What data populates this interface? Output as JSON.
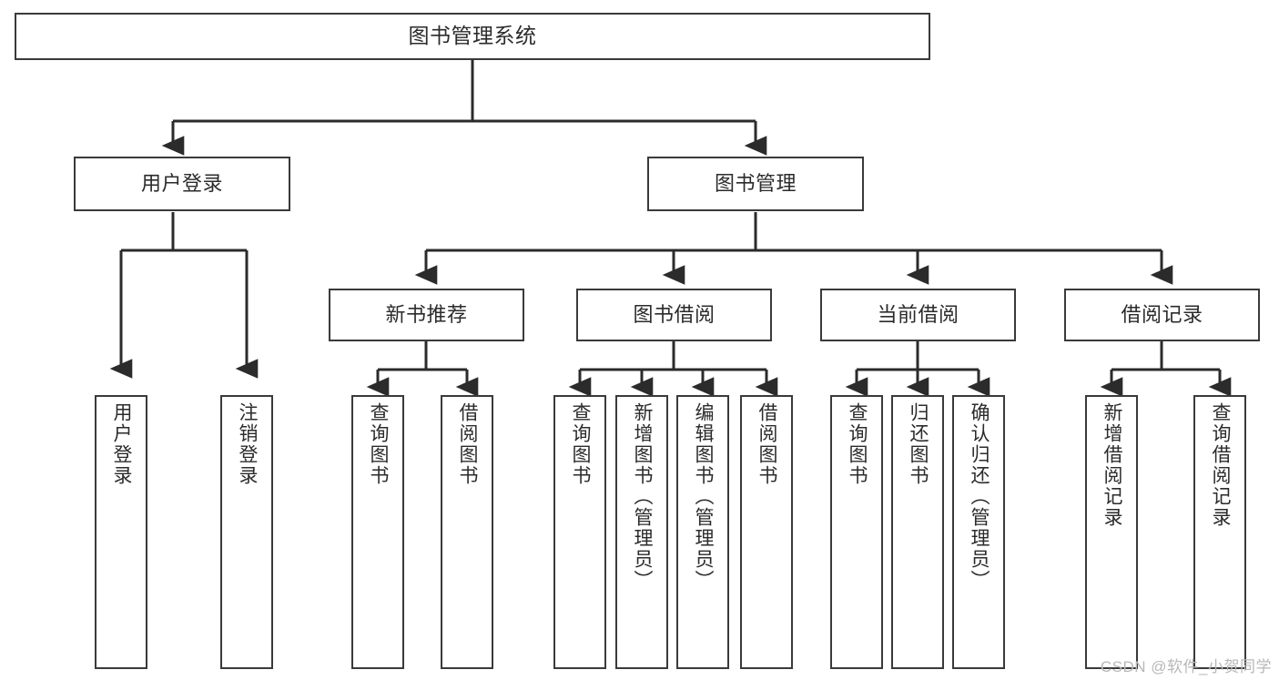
{
  "diagram": {
    "type": "hierarchy-tree",
    "title": "图书管理系统",
    "orientation": "top-down",
    "levels": 4,
    "colors": {
      "node_border": "#3a3a3a",
      "node_fill": "#ffffff",
      "edge": "#2b2b2b",
      "text": "#2b2b2b",
      "watermark": "#b8b8b8"
    },
    "nodes": {
      "root": {
        "label": "图书管理系统"
      },
      "level2": [
        {
          "label": "用户登录"
        },
        {
          "label": "图书管理"
        }
      ],
      "level3": [
        {
          "label": "新书推荐"
        },
        {
          "label": "图书借阅"
        },
        {
          "label": "当前借阅"
        },
        {
          "label": "借阅记录"
        }
      ],
      "leaves": {
        "user_login": [
          {
            "label": "用户登录"
          },
          {
            "label": "注销登录"
          }
        ],
        "new_book_recommend": [
          {
            "label": "查询图书"
          },
          {
            "label": "借阅图书"
          }
        ],
        "book_borrow": [
          {
            "label": "查询图书"
          },
          {
            "label": "新增图书（管理员）"
          },
          {
            "label": "编辑图书（管理员）"
          },
          {
            "label": "借阅图书"
          }
        ],
        "current_borrow": [
          {
            "label": "查询图书"
          },
          {
            "label": "归还图书"
          },
          {
            "label": "确认归还（管理员）"
          }
        ],
        "borrow_record": [
          {
            "label": "新增借阅记录"
          },
          {
            "label": "查询借阅记录"
          }
        ]
      }
    },
    "watermark": "CSDN @软件_小贺同学"
  }
}
